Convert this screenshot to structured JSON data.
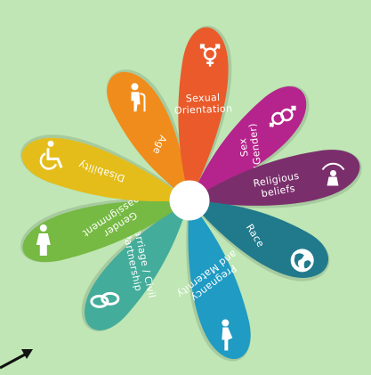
{
  "background_color": "#bfe6b4",
  "hub_color": "#ffffff",
  "arrow_color": "#111111",
  "petals": [
    {
      "id": "age",
      "lines": [
        "Age"
      ],
      "color": "#f08c1c",
      "icon": "elderly-person-with-cane-icon"
    },
    {
      "id": "sexual-orientation",
      "lines": [
        "Sexual",
        "Orientation"
      ],
      "color": "#ea5a2a",
      "icon": "gender-symbols-icon"
    },
    {
      "id": "sex-gender",
      "lines": [
        "Sex",
        "(Gender)"
      ],
      "color": "#b5248c",
      "icon": "male-female-symbols-icon"
    },
    {
      "id": "religious-beliefs",
      "lines": [
        "Religious",
        "beliefs"
      ],
      "color": "#7a2f6c",
      "icon": "praying-person-icon"
    },
    {
      "id": "race",
      "lines": [
        "Race"
      ],
      "color": "#217a8c",
      "icon": "globe-icon"
    },
    {
      "id": "pregnancy-maternity",
      "lines": [
        "Pregnancy",
        "and Maternity"
      ],
      "color": "#1f9bc4",
      "icon": "pregnant-woman-icon"
    },
    {
      "id": "marriage-civil-partnership",
      "lines": [
        "Marriage / Civil",
        "Partnership"
      ],
      "color": "#43ac9a",
      "icon": "wedding-rings-icon"
    },
    {
      "id": "gender-reassignment",
      "lines": [
        "Gender",
        "Reassignment"
      ],
      "color": "#76b943",
      "icon": "person-icon"
    },
    {
      "id": "disability",
      "lines": [
        "Disability"
      ],
      "color": "#e4bd1a",
      "icon": "wheelchair-icon"
    }
  ]
}
